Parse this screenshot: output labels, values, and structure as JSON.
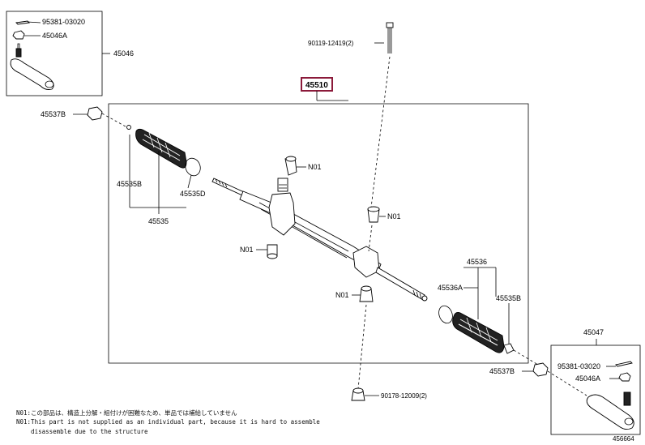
{
  "labels": {
    "l95381_top": "95381-03020",
    "l45046A_top": "45046A",
    "l45046": "45046",
    "l90119": "90119-12419(2)",
    "l45510": "45510",
    "l45537B_left": "45537B",
    "lN01_a": "N01",
    "l45535B_left": "45535B",
    "l45535D": "45535D",
    "l45535": "45535",
    "lN01_b": "N01",
    "lN01_c": "N01",
    "l45536": "45536",
    "l45536A": "45536A",
    "l45535B_right": "45535B",
    "lN01_d": "N01",
    "l45047": "45047",
    "l95381_bot": "95381-03020",
    "l45046A_bot": "45046A",
    "l45537B_right": "45537B",
    "l90178": "90178-12009(2)",
    "ref": "456664"
  },
  "notes": {
    "line1": "N01:この部品は、構造上分解・組付けが困難なため、単品では補給していません",
    "line2": "N01:This part is not supplied as an individual part, because it is hard to assemble",
    "line3": "    disassemble due to the structure"
  },
  "colors": {
    "highlight_box": "#8b1a3a",
    "line": "#000000"
  }
}
